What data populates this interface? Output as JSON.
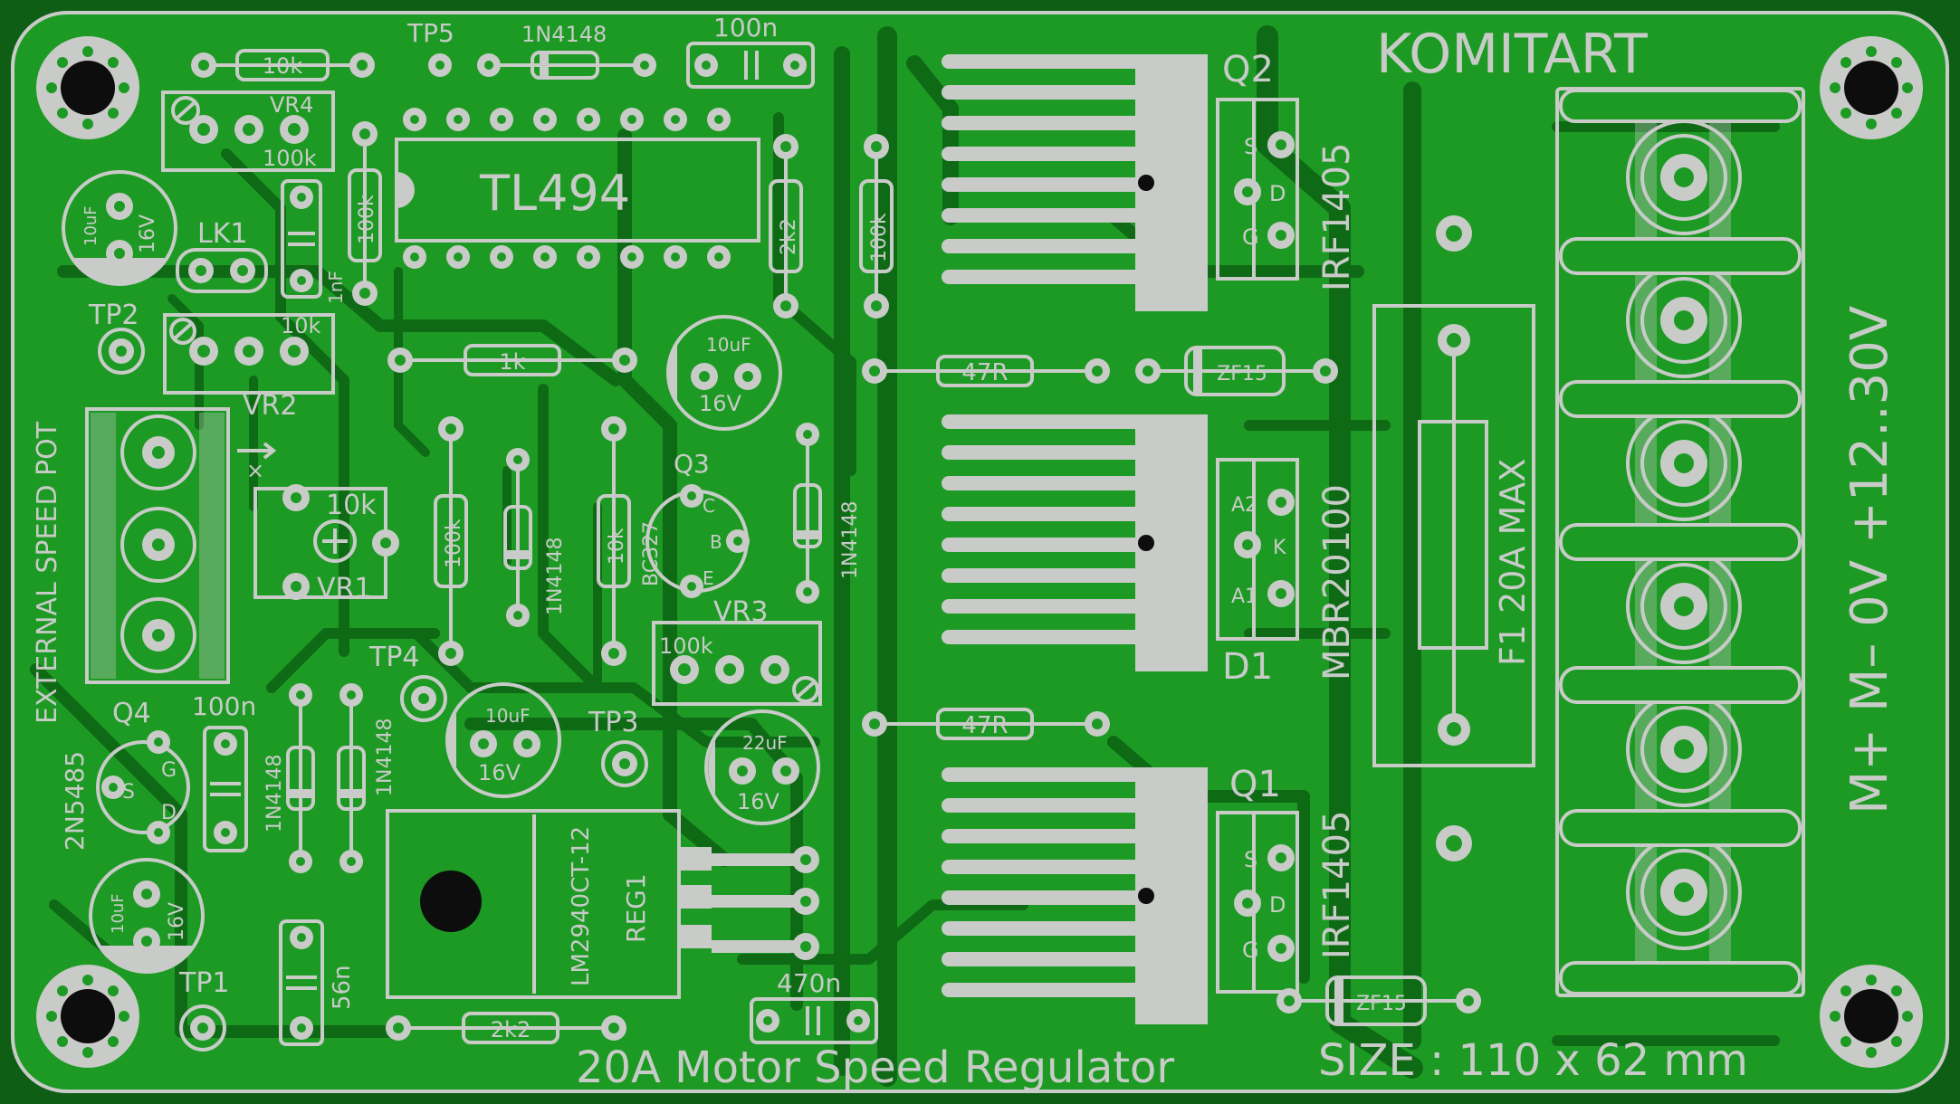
{
  "board": {
    "brand": "KOMITART",
    "title": "20A Motor Speed Regulator",
    "size_note": "SIZE : 110 x 62 mm",
    "colors": {
      "substrate": "#0f5e15",
      "copper": "#1d9a24",
      "silk": "#c8cbc8",
      "hole": "#0d0d0d"
    }
  },
  "labels": {
    "ic": "TL494",
    "q1": "Q1",
    "q1_part": "IRF1405",
    "q2": "Q2",
    "q2_part": "IRF1405",
    "d1": "D1",
    "d1_part": "MBR20100",
    "q3": "Q3",
    "q3_part": "BC327",
    "q4": "Q4",
    "q4_part": "2N5485",
    "reg": "REG1",
    "reg_part": "LM2940CT-12",
    "fuse": "F1  20A MAX",
    "ext_pot": "EXTERNAL SPEED POT",
    "power": "M+   M–   0V  +12..30V",
    "lk1": "LK1",
    "vr1": "VR1",
    "vr1_val": "10k",
    "vr2": "VR2",
    "vr2_val": "10k",
    "vr3": "VR3",
    "vr3_val": "100k",
    "vr4": "VR4",
    "vr4_val": "100k",
    "tp1": "TP1",
    "tp2": "TP2",
    "tp3": "TP3",
    "tp4": "TP4",
    "tp5": "TP5",
    "r_10k_top": "10k",
    "r_100k_a": "100k",
    "r_2k2_a": "2k2",
    "r_100k_b": "100k",
    "r_1k": "1k",
    "r_100k_c": "100k",
    "r_10k_b": "10k",
    "r_2k2_b": "2k2",
    "r_47r_a": "47R",
    "r_47r_b": "47R",
    "zf15_a": "ZF15",
    "zf15_b": "ZF15",
    "d_1n4148": "1N4148",
    "c_100n_top": "100n",
    "c_1nf": "1nF",
    "c_100n_q4": "100n",
    "c_56n": "56n",
    "c_470n": "470n",
    "c_10uf": "10uF",
    "c_16v": "16V",
    "c_22uf": "22uF",
    "pin_s": "S",
    "pin_d": "D",
    "pin_g": "G",
    "pin_c": "C",
    "pin_b": "B",
    "pin_e": "E",
    "pin_a1": "A1",
    "pin_a2": "A2",
    "pin_k": "K"
  }
}
